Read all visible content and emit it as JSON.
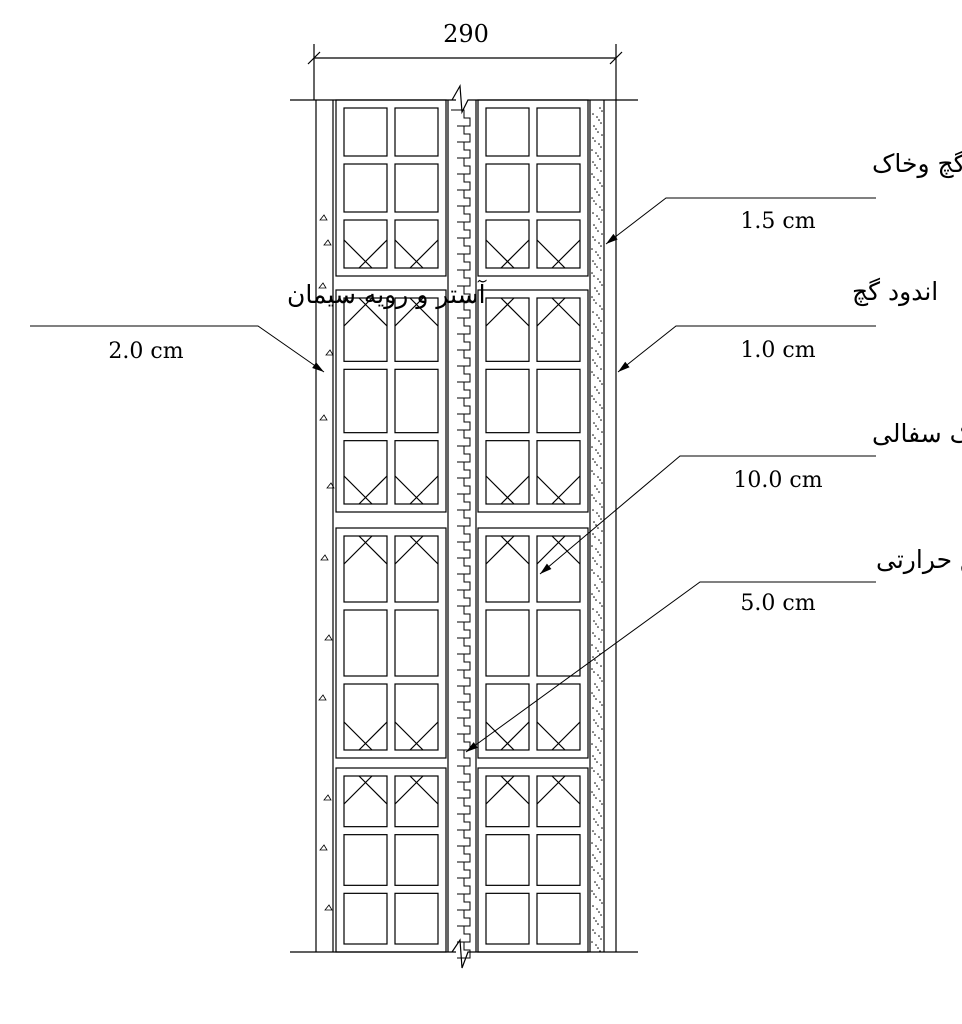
{
  "dimension": {
    "value": "290"
  },
  "layers": [
    {
      "id": "gypsum-soil",
      "name": "اندود گچ وخاک",
      "thickness": "1.5 cm"
    },
    {
      "id": "gypsum",
      "name": "اندود گچ",
      "thickness": "1.0 cm"
    },
    {
      "id": "cement",
      "name": "آستر و رویه سیمان",
      "thickness": "2.0 cm"
    },
    {
      "id": "clay-block",
      "name": "بلوک سفالی",
      "thickness": "10.0 cm"
    },
    {
      "id": "insulation",
      "name": "عایق حرارتی",
      "thickness": "5.0 cm"
    }
  ]
}
